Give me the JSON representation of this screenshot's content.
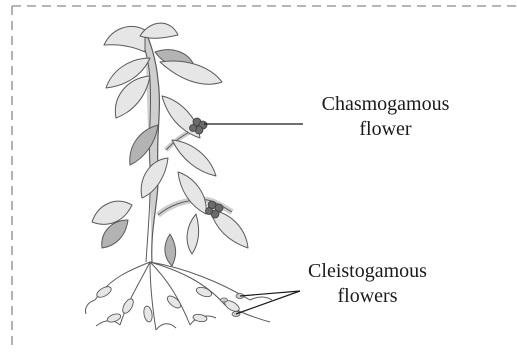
{
  "labels": {
    "chasmogamous": {
      "line1": "Chasmogamous",
      "line2": "flower"
    },
    "cleistogamous": {
      "line1": "Cleistogamous",
      "line2": "flowers"
    }
  },
  "colors": {
    "frame_dash": "#9e9e9e",
    "leaf_light": "#e6e6e6",
    "leaf_dark": "#b3b3b3",
    "stem": "#cfcfcf",
    "outline": "#5a5a5a",
    "flower": "#6b6b6b",
    "leader_line": "#1a1a1a"
  },
  "icons": [
    "plant-illustration",
    "chasmogamous-flower-icon",
    "cleistogamous-flower-icon"
  ]
}
